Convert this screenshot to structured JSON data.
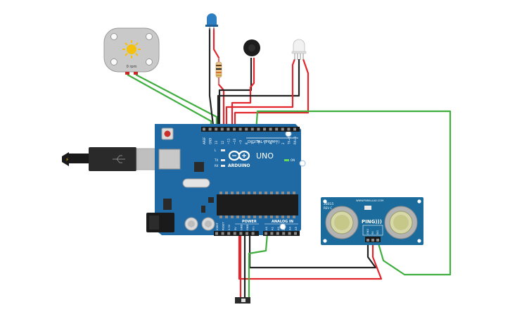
{
  "motor": {
    "speed_label": "0 rpm"
  },
  "arduino": {
    "brand": "ARDUINO",
    "model": "UNO",
    "digital_label": "DIGITAL (PWM~)",
    "power_label": "POWER",
    "analog_label": "ANALOG IN",
    "on_label": "ON",
    "led_labels": [
      "L",
      "TX",
      "RX"
    ],
    "top_pin_labels": [
      "AREF",
      "GND",
      "13",
      "12",
      "~11",
      "~10",
      "~9",
      "8",
      "7",
      "~6",
      "~5",
      "4",
      "~3",
      "2",
      "TX→1",
      "RX←0"
    ],
    "power_pin_labels": [
      "IOREF",
      "RESET",
      "3.3V",
      "5V",
      "GND",
      "GND",
      "Vin"
    ],
    "analog_pin_labels": [
      "A0",
      "A1",
      "A2",
      "A3",
      "A4",
      "A5"
    ]
  },
  "sensor": {
    "model": "28015",
    "rev": "REV C",
    "maker": "WWW.PARALLAX.COM",
    "name": "PING)))",
    "pins": [
      "GND",
      "5V",
      "SIG"
    ]
  },
  "colors": {
    "board": "#1f6aa5",
    "board_dark": "#17507f",
    "wire_red": "#e3262c",
    "wire_black": "#222222",
    "wire_green": "#3fae3f",
    "sensor_pcb": "#1b6c9c"
  }
}
